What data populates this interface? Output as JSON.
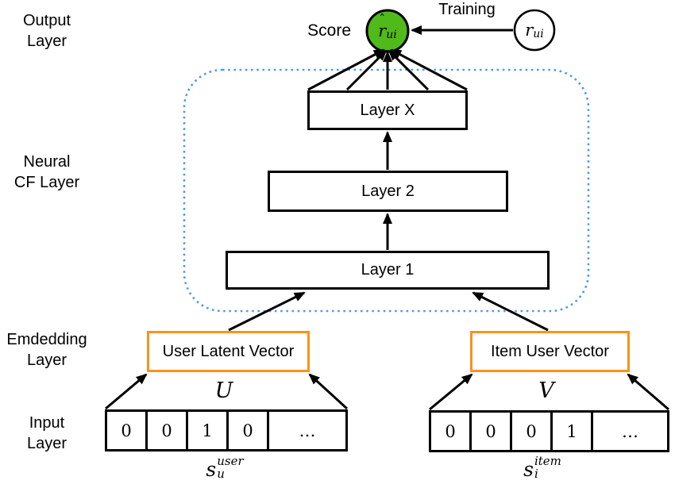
{
  "labels": {
    "output_layer": [
      "Output",
      "Layer"
    ],
    "neural_cf": [
      "Neural",
      "CF Layer"
    ],
    "embedding": [
      "Emdedding",
      "Layer"
    ],
    "input": [
      "Input",
      "Layer"
    ]
  },
  "output": {
    "score_label": "Score",
    "training_label": "Training",
    "predicted": {
      "hat": "ˆ",
      "base": "r",
      "sub": "ui"
    },
    "actual": {
      "base": "r",
      "sub": "ui"
    }
  },
  "neural_layers": {
    "layer_x": "Layer X",
    "layer_2": "Layer 2",
    "layer_1": "Layer 1"
  },
  "embedding_layer": {
    "user_box": "User Latent Vector",
    "item_box": "Item User Vector"
  },
  "input_layer": {
    "user_matrix": "U",
    "item_matrix": "V",
    "left_cells": [
      "0",
      "0",
      "1",
      "0",
      "…"
    ],
    "right_cells": [
      "0",
      "0",
      "0",
      "1",
      "…"
    ],
    "user_vector": {
      "base": "s",
      "sub": "u",
      "sup": "user"
    },
    "item_vector": {
      "base": "s",
      "sub": "i",
      "sup": "item"
    }
  },
  "colors": {
    "predicted_node_green": "#50ba1a",
    "embedding_border_orange": "#f7941d",
    "neural_cf_dotted_blue": "#4d9bed",
    "line_black": "#000000"
  }
}
